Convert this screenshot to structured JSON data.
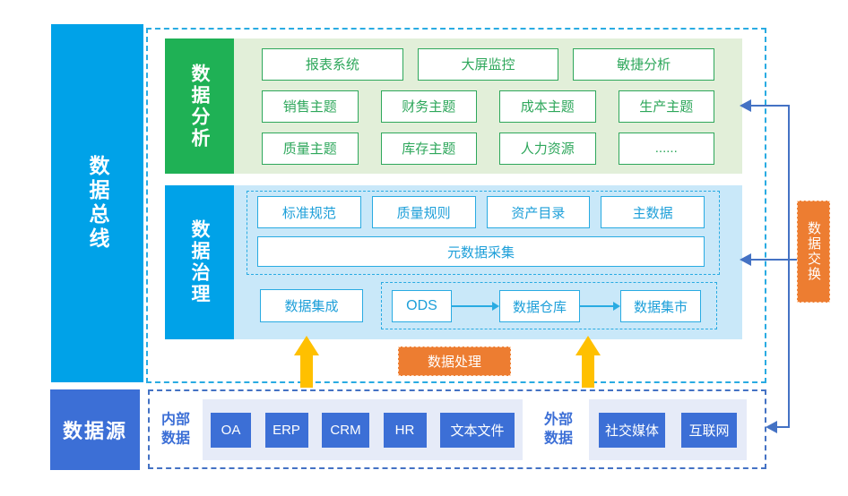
{
  "bus": {
    "label": "数据总线"
  },
  "analysis": {
    "label": "数据分析",
    "row1": [
      "报表系统",
      "大屏监控",
      "敏捷分析"
    ],
    "row2": [
      "销售主题",
      "财务主题",
      "成本主题",
      "生产主题"
    ],
    "row3": [
      "质量主题",
      "库存主题",
      "人力资源",
      "......"
    ]
  },
  "governance": {
    "label": "数据治理",
    "rules": [
      "标准规范",
      "质量规则",
      "资产目录",
      "主数据"
    ],
    "metadata": "元数据采集",
    "integration": "数据集成",
    "flow": [
      "ODS",
      "数据仓库",
      "数据集市"
    ]
  },
  "processing": {
    "label": "数据处理"
  },
  "exchange": {
    "label": "数据交换"
  },
  "source": {
    "label": "数据源",
    "internal_label": "内部数据",
    "internal_items": [
      "OA",
      "ERP",
      "CRM",
      "HR",
      "文本文件"
    ],
    "external_label": "外部数据",
    "external_items": [
      "社交媒体",
      "互联网"
    ]
  },
  "colors": {
    "bus_blue": "#00A2E8",
    "analysis_green": "#1FB155",
    "analysis_bg": "#E2EFD9",
    "green_border": "#2EA75B",
    "governance_bg": "#C9E8F9",
    "azure_border": "#29ABE2",
    "azure_text": "#1D9FD9",
    "royal_blue": "#3C6FD6",
    "strip_bg": "#E6EBF8",
    "bottom_dash": "#4472C4",
    "orange": "#ED7D31",
    "arrow_yellow": "#FFC000",
    "connector_blue": "#4472C4"
  }
}
